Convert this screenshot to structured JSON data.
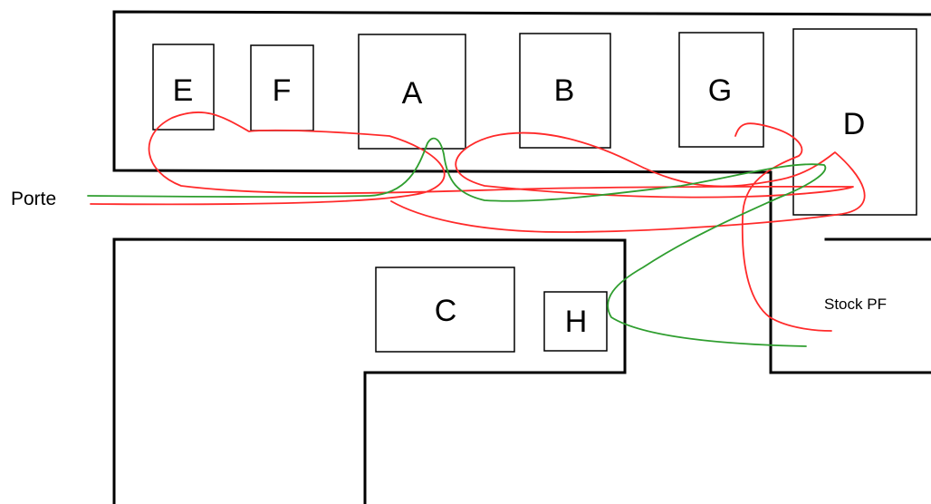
{
  "diagram": {
    "entrance_label": "Porte",
    "stock_label": "Stock PF",
    "machines": {
      "E": "E",
      "F": "F",
      "A": "A",
      "B": "B",
      "G": "G",
      "D": "D",
      "C": "C",
      "H": "H"
    },
    "colors": {
      "walls": "#000000",
      "route_red": "#ff2a2a",
      "route_green": "#2f9e2f"
    }
  }
}
